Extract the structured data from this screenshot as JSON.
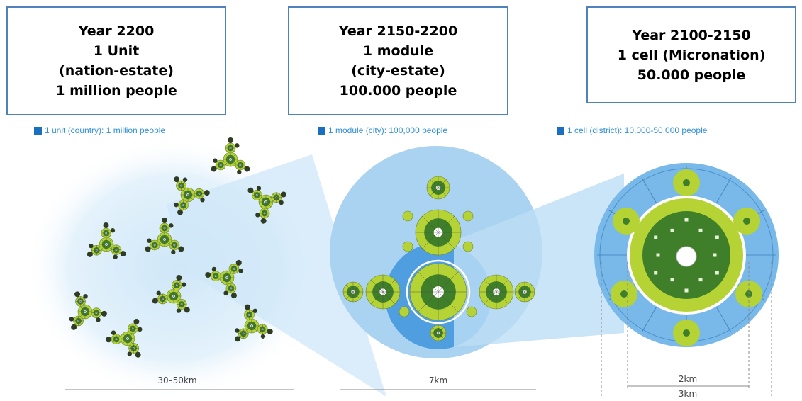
{
  "panels": [
    {
      "lines": [
        "Year 2200",
        "1 Unit",
        "(nation-estate)",
        "1 million people"
      ],
      "legend": "1 unit (country): 1 million people",
      "scale": "30–50km"
    },
    {
      "lines": [
        "Year 2150-2200",
        "1 module",
        "(city-estate)",
        "100.000 people"
      ],
      "legend": "1 module (city): 100,000 people",
      "scale": "7km"
    },
    {
      "lines": [
        "Year 2100-2150",
        "1 cell (Micronation)",
        "50.000 people"
      ],
      "legend": "1 cell (district): 10,000-50,000 people",
      "scale_inner": "2km",
      "scale_outer": "3km"
    }
  ],
  "colors": {
    "box_border": "#4f81bd",
    "light_blue": "#a9d3f0",
    "mid_blue": "#5aa9e6",
    "deep_blue": "#2e86d4",
    "light_green": "#b5d334",
    "dark_green": "#3f7f2a",
    "legend_text": "#2f8fd6"
  }
}
